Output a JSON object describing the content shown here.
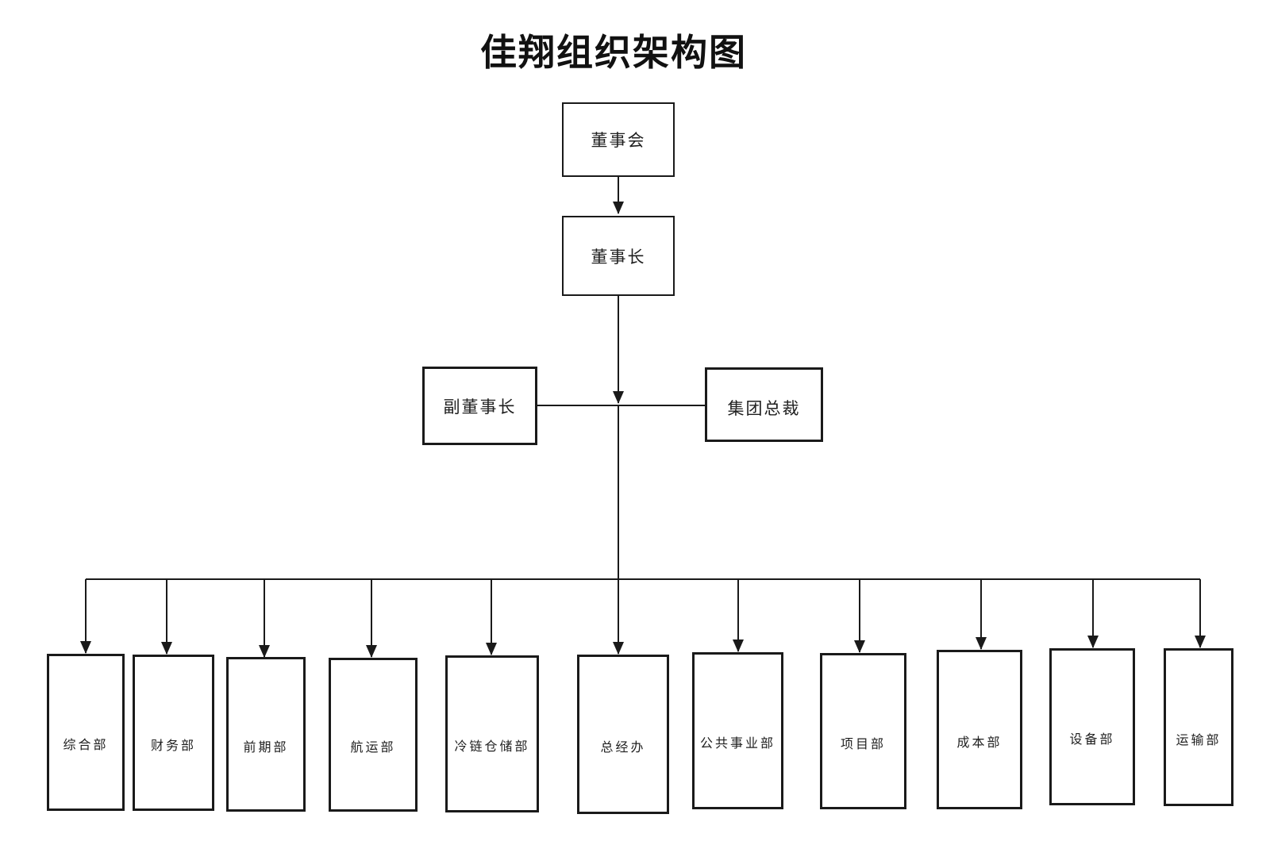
{
  "title": "佳翔组织架构图",
  "org": {
    "board": "董事会",
    "chairman": "董事长",
    "vice_chairman": "副董事长",
    "group_president": "集团总裁",
    "departments": [
      "综合部",
      "财务部",
      "前期部",
      "航运部",
      "冷链仓储部",
      "总经办",
      "公共事业部",
      "项目部",
      "成本部",
      "设备部",
      "运输部"
    ]
  },
  "colors": {
    "line": "#1a1a1a",
    "text": "#1f1f1f",
    "background": "#ffffff"
  }
}
